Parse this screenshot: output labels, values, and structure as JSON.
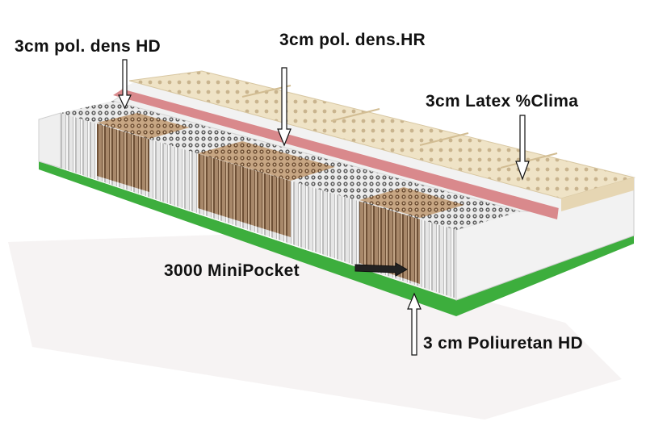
{
  "labels": {
    "hd_top": "3cm pol. dens HD",
    "hr_top": "3cm pol. dens.HR",
    "latex": "3cm Latex %Clima",
    "minipocket": "3000 MiniPocket",
    "poliuretan": "3 cm Poliuretan HD"
  },
  "colors": {
    "latex": "#efe3c6",
    "pink_band": "#d9898c",
    "foam_side": "#eaeaea",
    "green_base": "#3dae3d",
    "coil_white": "#dcdcdc",
    "coil_brown": "#8a6a4c"
  }
}
